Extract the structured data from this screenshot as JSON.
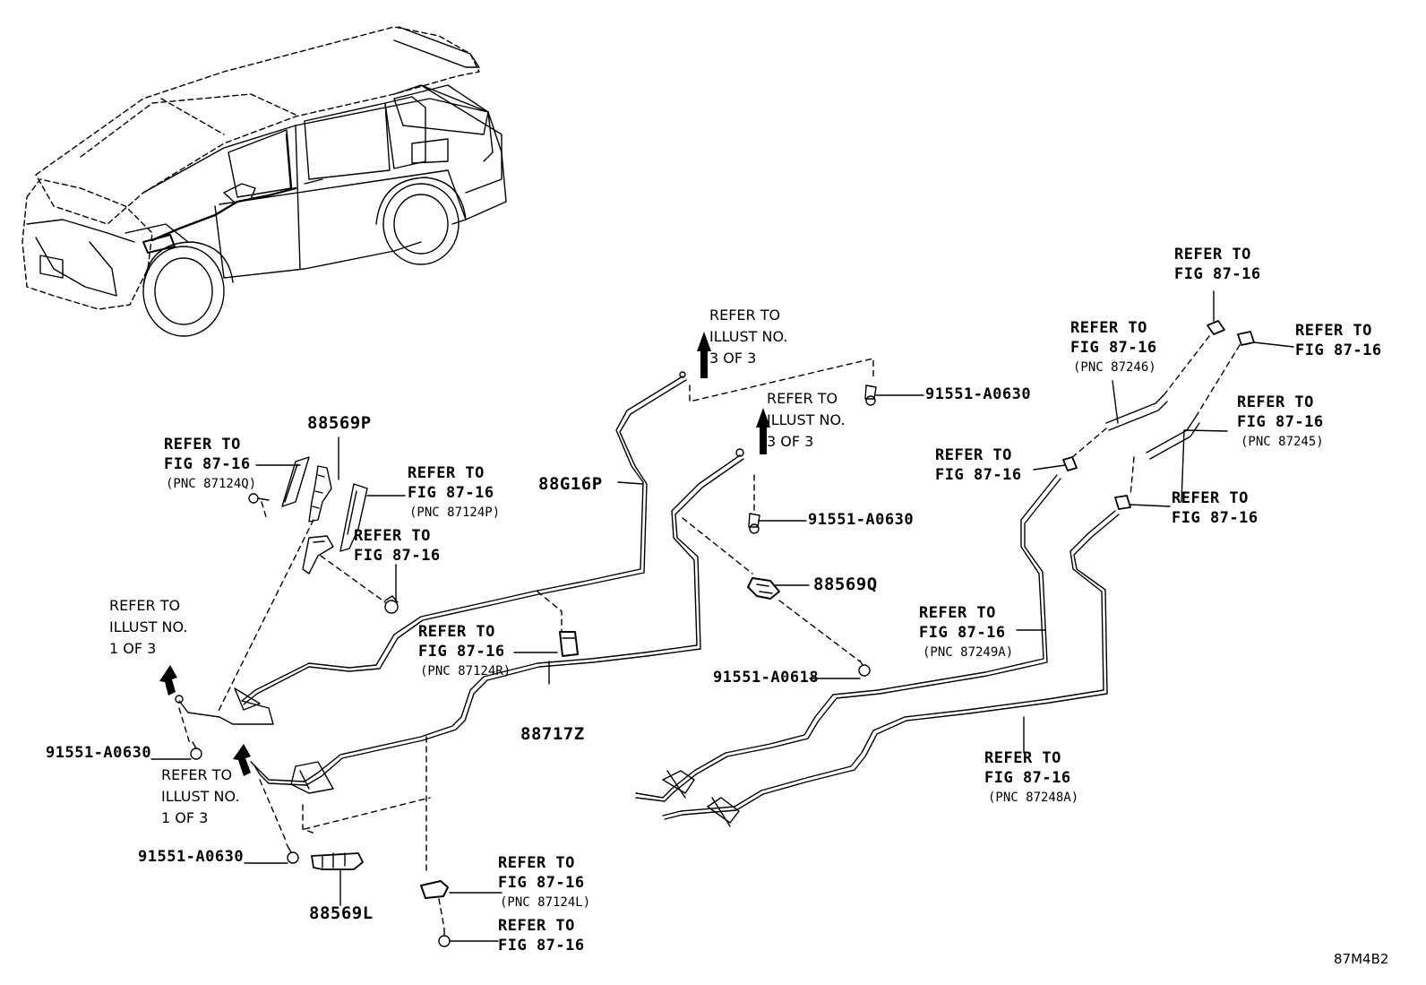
{
  "illustration_code": "87M4B2",
  "parts": {
    "p88569P": "88569P",
    "p88G16P": "88G16P",
    "p88717Z": "88717Z",
    "p88569Q": "88569Q",
    "p88569L": "88569L",
    "b_top_a0630": "91551-A0630",
    "b_mid_a0630": "91551-A0630",
    "b_a0618": "91551-A0618",
    "b_left1_a0630": "91551-A0630",
    "b_left2_a0630": "91551-A0630"
  },
  "refs": {
    "r1": {
      "l1": "REFER TO",
      "l2": "FIG 87-16",
      "l3": "(PNC 87124Q)"
    },
    "r2": {
      "l1": "REFER TO",
      "l2": "FIG 87-16",
      "l3": "(PNC 87124P)"
    },
    "r3": {
      "l1": "REFER TO",
      "l2": "FIG 87-16"
    },
    "r4": {
      "l1": "REFER TO",
      "l2": "FIG 87-16",
      "l3": "(PNC 87124R)"
    },
    "r5": {
      "l1": "REFER TO",
      "l2": "FIG 87-16",
      "l3": "(PNC 87124L)"
    },
    "r6": {
      "l1": "REFER TO",
      "l2": "FIG 87-16"
    },
    "r7": {
      "l1": "REFER TO",
      "l2": "FIG 87-16",
      "l3": "(PNC 87246)"
    },
    "r8": {
      "l1": "REFER TO",
      "l2": "FIG 87-16"
    },
    "r9": {
      "l1": "REFER TO",
      "l2": "FIG 87-16"
    },
    "r10": {
      "l1": "REFER TO",
      "l2": "FIG 87-16",
      "l3": "(PNC 87245)"
    },
    "r11": {
      "l1": "REFER TO",
      "l2": "FIG 87-16"
    },
    "r12": {
      "l1": "REFER TO",
      "l2": "FIG 87-16"
    },
    "r13": {
      "l1": "REFER TO",
      "l2": "FIG 87-16",
      "l3": "(PNC 87249A)"
    },
    "r14": {
      "l1": "REFER TO",
      "l2": "FIG 87-16",
      "l3": "(PNC 87248A)"
    }
  },
  "illust_refs": {
    "i1": {
      "l1": "REFER TO",
      "l2": "ILLUST NO.",
      "l3": "3 OF 3"
    },
    "i2": {
      "l1": "REFER TO",
      "l2": "ILLUST NO.",
      "l3": "3 OF 3"
    },
    "i3": {
      "l1": "REFER TO",
      "l2": "ILLUST NO.",
      "l3": "1 OF 3"
    },
    "i4": {
      "l1": "REFER TO",
      "l2": "ILLUST NO.",
      "l3": "1 OF 3"
    }
  }
}
